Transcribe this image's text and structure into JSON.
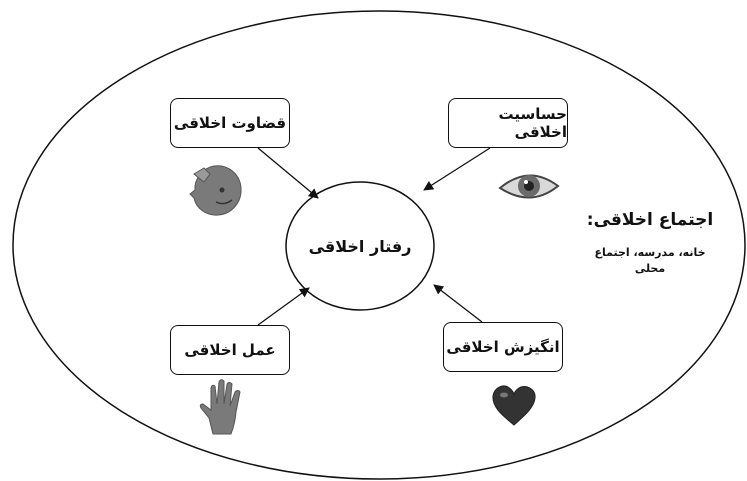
{
  "diagram": {
    "center": {
      "label": "رفتار اخلاقی"
    },
    "nodes": {
      "judgment": {
        "label": "قضاوت اخلاقی",
        "icon": "head-profile-icon"
      },
      "sensitivity": {
        "label": "حساسیت اخلاقی",
        "icon": "eye-icon"
      },
      "action": {
        "label": "عمل اخلاقی",
        "icon": "hand-icon"
      },
      "motivation": {
        "label": "انگیزش اخلاقی",
        "icon": "heart-icon"
      }
    },
    "community": {
      "title": "اجتماع اخلاقی:",
      "description": "خانه، مدرسه، اجتماع محلی"
    }
  },
  "colors": {
    "stroke": "#111111",
    "icon_gray": "#7a7a7a",
    "icon_dark": "#333333"
  }
}
